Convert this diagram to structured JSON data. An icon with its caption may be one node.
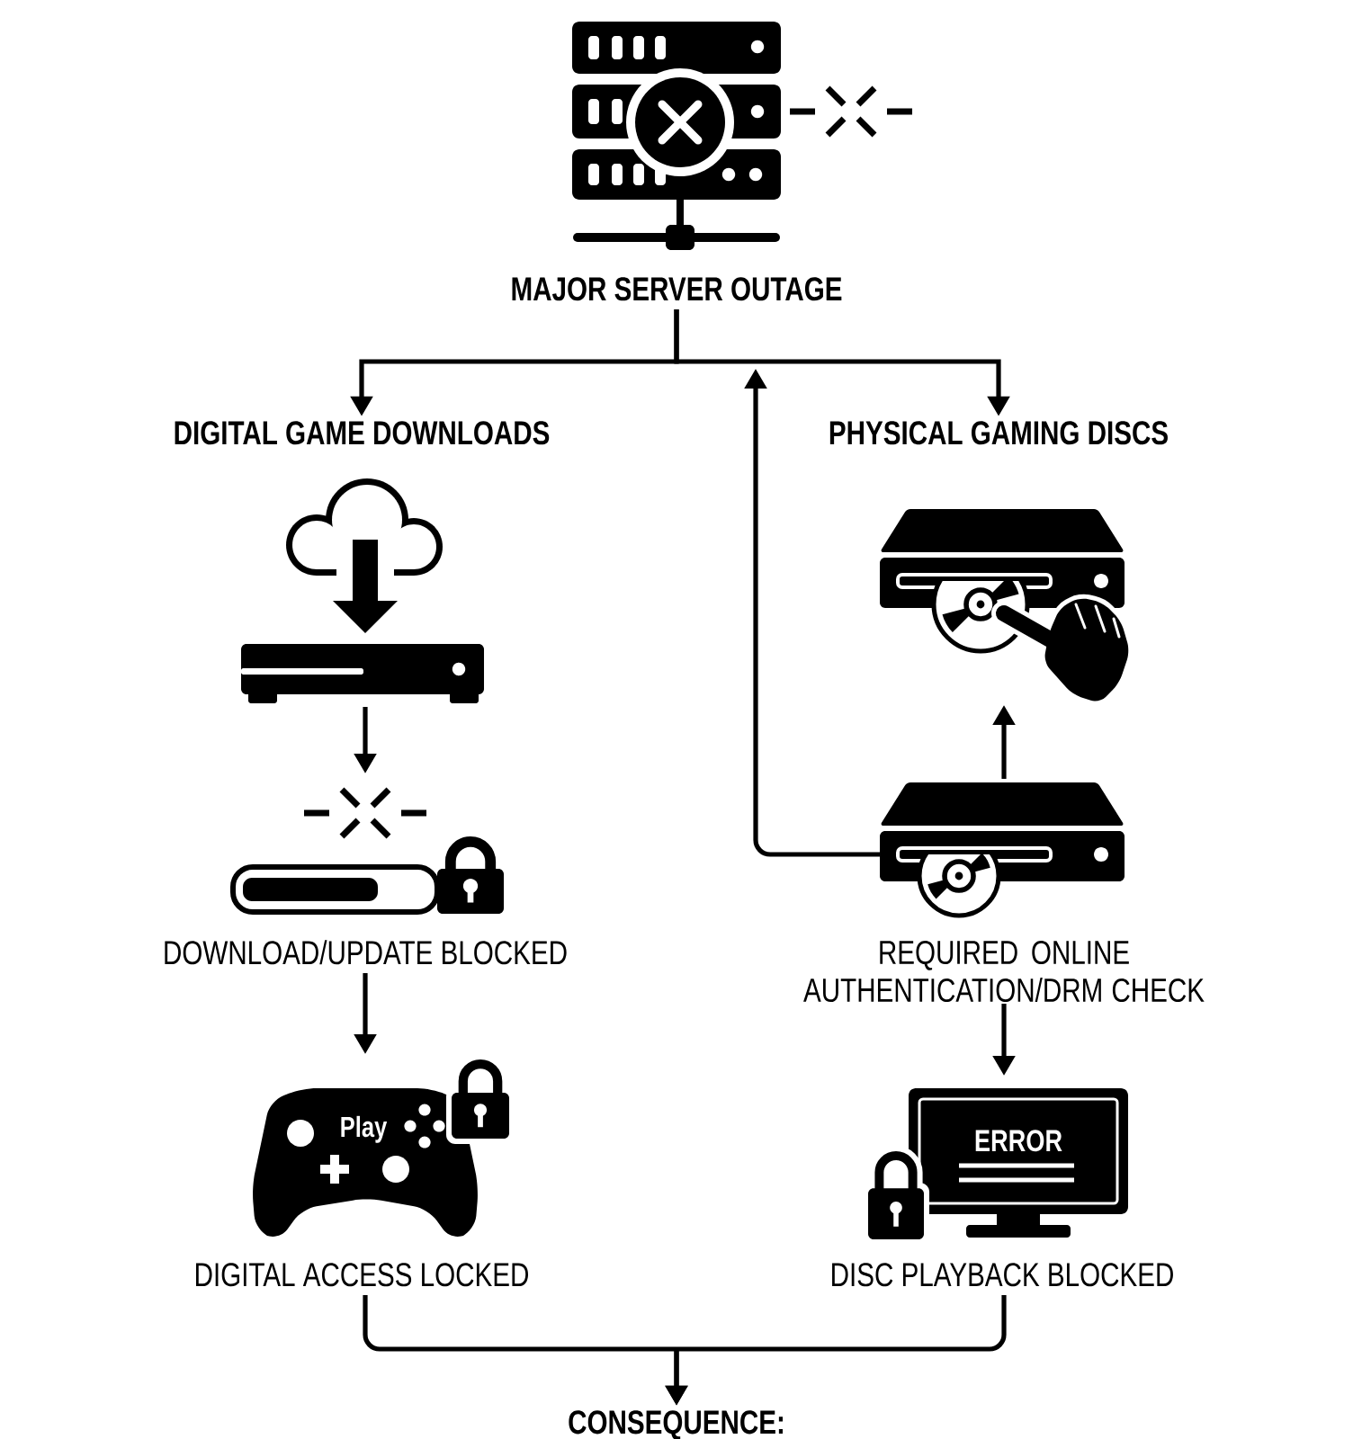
{
  "diagram": {
    "nodes": [
      {
        "text": [
          "MAJOR SERVER OUTAGE"
        ]
      },
      {
        "text": [
          "DIGITAL GAME DOWNLOADS"
        ]
      },
      {
        "text": [
          "PHYSICAL GAMING DISCS"
        ]
      },
      {
        "text": [],
        "shape": "picture"
      },
      {
        "text": [
          "DOWNLOAD/UPDATE BLOCKED"
        ]
      },
      {
        "text": [
          "Play",
          "DIGITAL ACCESS LOCKED"
        ]
      },
      {
        "text": [],
        "shape": "picture"
      },
      {
        "text": [
          "REQUIRED ONLINE AUTHENTICATION/DRM CHECK"
        ]
      },
      {
        "text": [
          "ERROR",
          "DISC PLAYBACK BLOCKED"
        ]
      },
      {
        "text": [
          "CONSEQUENCE:"
        ]
      }
    ],
    "edges": [
      {
        "from": 0,
        "to": 1,
        "arrow": "to"
      },
      {
        "from": 0,
        "to": 2,
        "arrow": "to"
      },
      {
        "from": 3,
        "to": 4,
        "arrow": "to"
      },
      {
        "from": 4,
        "to": 5,
        "arrow": "to"
      },
      {
        "from": 7,
        "to": 6,
        "arrow": "to"
      },
      {
        "from": 7,
        "to": null,
        "arrow": "to"
      },
      {
        "from": 7,
        "to": 8,
        "arrow": "to"
      },
      {
        "from": 5,
        "to": 9,
        "arrow": "to"
      },
      {
        "from": 8,
        "to": 9,
        "arrow": "to"
      }
    ]
  }
}
